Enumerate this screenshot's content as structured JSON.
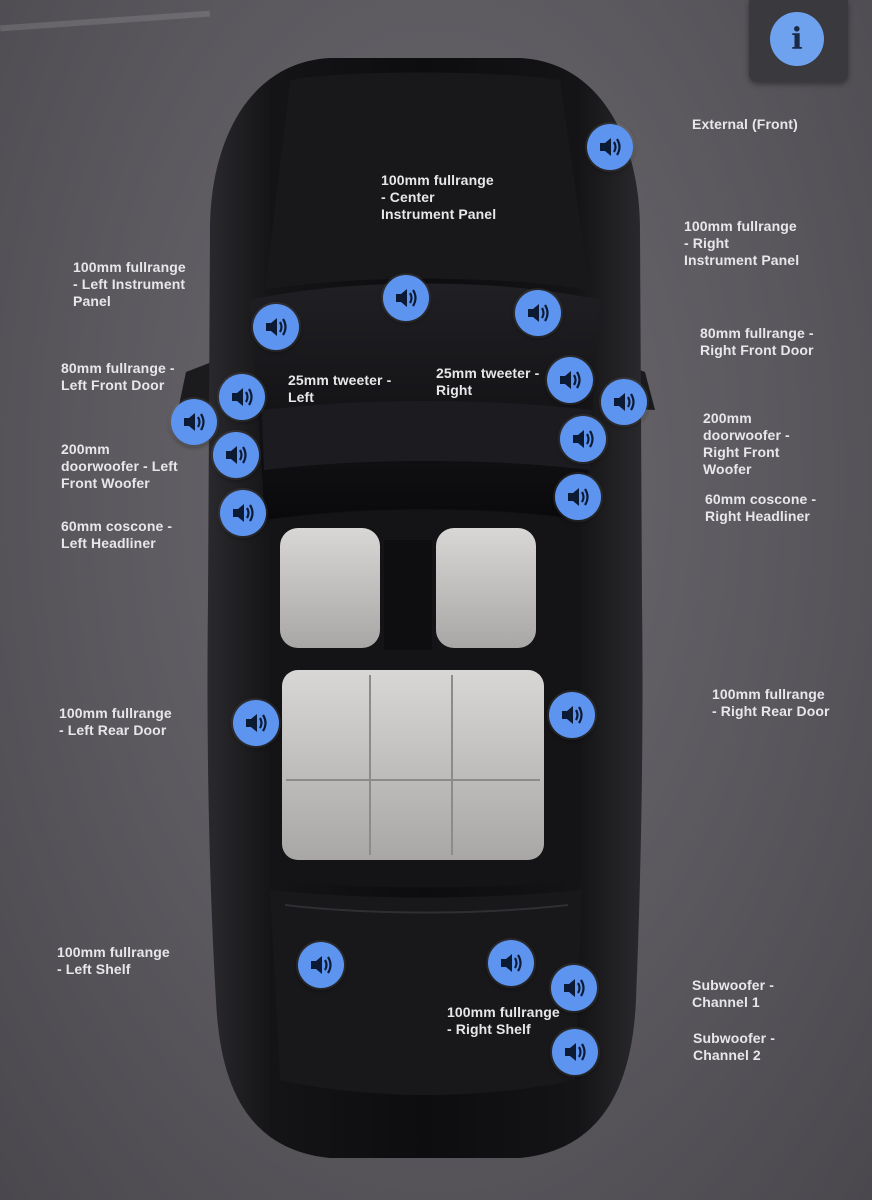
{
  "info_button": {
    "glyph": "i",
    "icon": "info-icon",
    "color": "#6fa2ee"
  },
  "colors": {
    "speaker": "#5d94ef",
    "label": "#e7e6e9",
    "background": "#5b595e",
    "car": "#121214"
  },
  "speaker_icon": "speaker-volume-icon",
  "labels": {
    "external_front": [
      "External (Front)"
    ],
    "center_panel": [
      "100mm fullrange",
      "- Center",
      "Instrument Panel"
    ],
    "right_panel": [
      "100mm fullrange",
      "- Right",
      "Instrument Panel"
    ],
    "left_panel": [
      "100mm fullrange",
      "- Left Instrument",
      "Panel"
    ],
    "right_front_door": [
      "80mm fullrange -",
      "Right Front Door"
    ],
    "left_front_door": [
      "80mm fullrange -",
      "Left Front Door"
    ],
    "tweeter_left": [
      "25mm tweeter -",
      "Left"
    ],
    "tweeter_right": [
      "25mm tweeter -",
      "Right"
    ],
    "right_woofer": [
      "200mm",
      "doorwoofer -",
      "Right Front",
      "Woofer"
    ],
    "left_woofer": [
      "200mm",
      "doorwoofer - Left",
      "Front Woofer"
    ],
    "right_headliner": [
      "60mm coscone -",
      "Right Headliner"
    ],
    "left_headliner": [
      "60mm coscone -",
      "Left Headliner"
    ],
    "right_rear_door": [
      "100mm fullrange",
      "- Right Rear Door"
    ],
    "left_rear_door": [
      "100mm fullrange",
      "- Left Rear Door"
    ],
    "left_shelf": [
      "100mm fullrange",
      "- Left Shelf"
    ],
    "right_shelf": [
      "100mm fullrange",
      "- Right Shelf"
    ],
    "subwoofer_1": [
      "Subwoofer -",
      "Channel 1"
    ],
    "subwoofer_2": [
      "Subwoofer -",
      "Channel 2"
    ]
  }
}
